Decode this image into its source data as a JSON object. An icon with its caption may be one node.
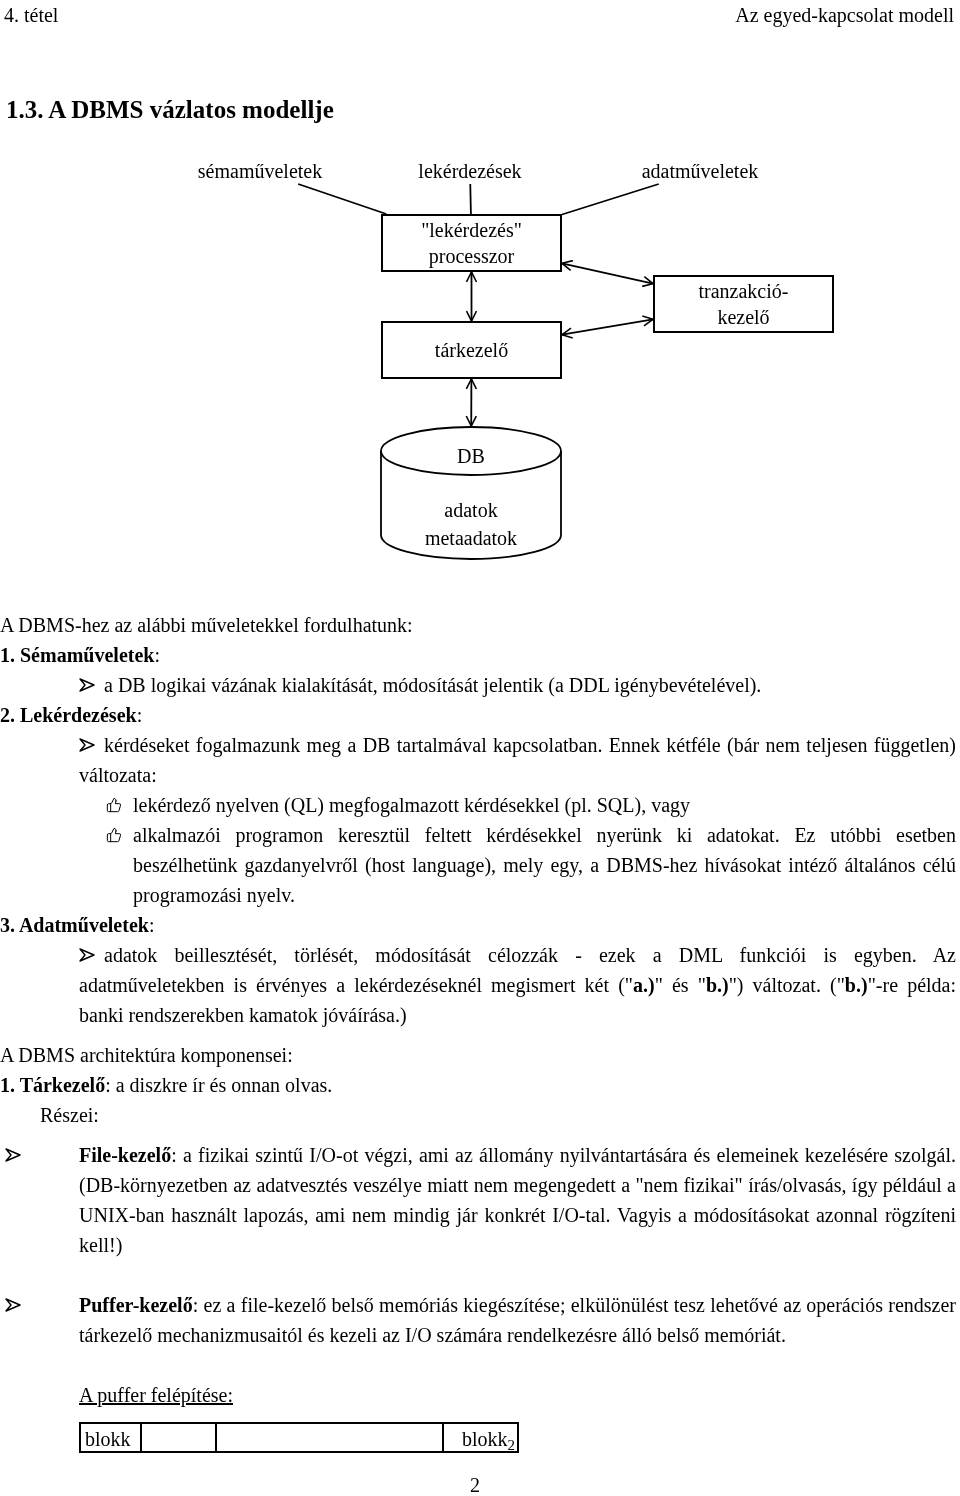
{
  "diagram": {
    "title": "1.3. A DBMS vázlatos modellje",
    "nodes": [
      {
        "text": [
          "sémaműveletek"
        ]
      },
      {
        "text": [
          "lekérdezések"
        ]
      },
      {
        "text": [
          "adatműveletek"
        ]
      },
      {
        "text": [
          "\"lekérdezés\" processzor"
        ]
      },
      {
        "text": [
          "tranzakció-kezelő"
        ]
      },
      {
        "text": [
          "tárkezelő"
        ]
      },
      {
        "text": [
          "DB",
          "adatok metaadatok"
        ]
      }
    ],
    "edges": [
      {
        "from": 0,
        "to": 3,
        "arrow": "none"
      },
      {
        "from": 1,
        "to": 3,
        "arrow": "none"
      },
      {
        "from": 2,
        "to": 3,
        "arrow": "none"
      },
      {
        "from": 3,
        "to": 5,
        "arrow": "both"
      },
      {
        "from": 3,
        "to": 4,
        "arrow": "both"
      },
      {
        "from": 5,
        "to": 4,
        "arrow": "both"
      },
      {
        "from": 5,
        "to": 6,
        "arrow": "both"
      }
    ],
    "labels": [
      "4. tétel",
      "Az egyed-kapcsolat modell",
      "A DBMS-hez az alábbi műveletekkel fordulhatunk:",
      "**1. Sémaműveletek**:",
      "a DB logikai vázának kialakítását, módosítását jelentik (a DDL igénybevételével).",
      "**2. Lekérdezések**:",
      "kérdéseket fogalmazunk meg a DB tartalmával kapcsolatban. Ennek kétféle (bár nem teljesen független) változata:",
      "lekérdező nyelven (QL) megfogalmazott kérdésekkel (pl. SQL), vagy",
      "alkalmazói programon keresztül feltett kérdésekkel nyerünk ki adatokat. Ez utóbbi esetben beszélhetünk gazdanyelvről (host language), mely egy, a DBMS-hez hívásokat intéző általános célú programozási nyelv.",
      "**3. Adatműveletek**:",
      "adatok beillesztését, törlését, módosítását célozzák - ezek a DML funkciói is egyben. Az adatműveletekben is érvényes a lekérdezéseknél megismert két (\"**a.)**\" és \"**b.)**\") változat. (\"**b.)**\"-re példa: banki rendszerekben kamatok jóváírása.)",
      "A DBMS architektúra komponensei:",
      "**1. Tárkezelő**: a diszkre ír és onnan olvas.",
      "Részei:",
      "**File-kezelő**: a fizikai szintű I/O-ot végzi, ami az állomány nyilvántartására és elemeinek kezelésére szolgál. (DB-környezetben az adatvesztés veszélye miatt nem megengedett a \"nem fizikai\" írás/olvasás, így például a UNIX-ban használt lapozás, ami nem mindig jár konkrét I/O-tal. Vagyis a módosításokat azonnal rögzíteni kell!)",
      "**Puffer-kezelő**: ez a file-kezelő belső memóriás kiegészítése; elkülönülést tesz lehetővé az operációs rendszer tárkezelő mechanizmusaitól és kezeli az I/O számára rendelkezésre álló belső memóriát.",
      "A puffer felépítése:",
      "blokk",
      "blokk$_{2}$",
      "2"
    ]
  }
}
